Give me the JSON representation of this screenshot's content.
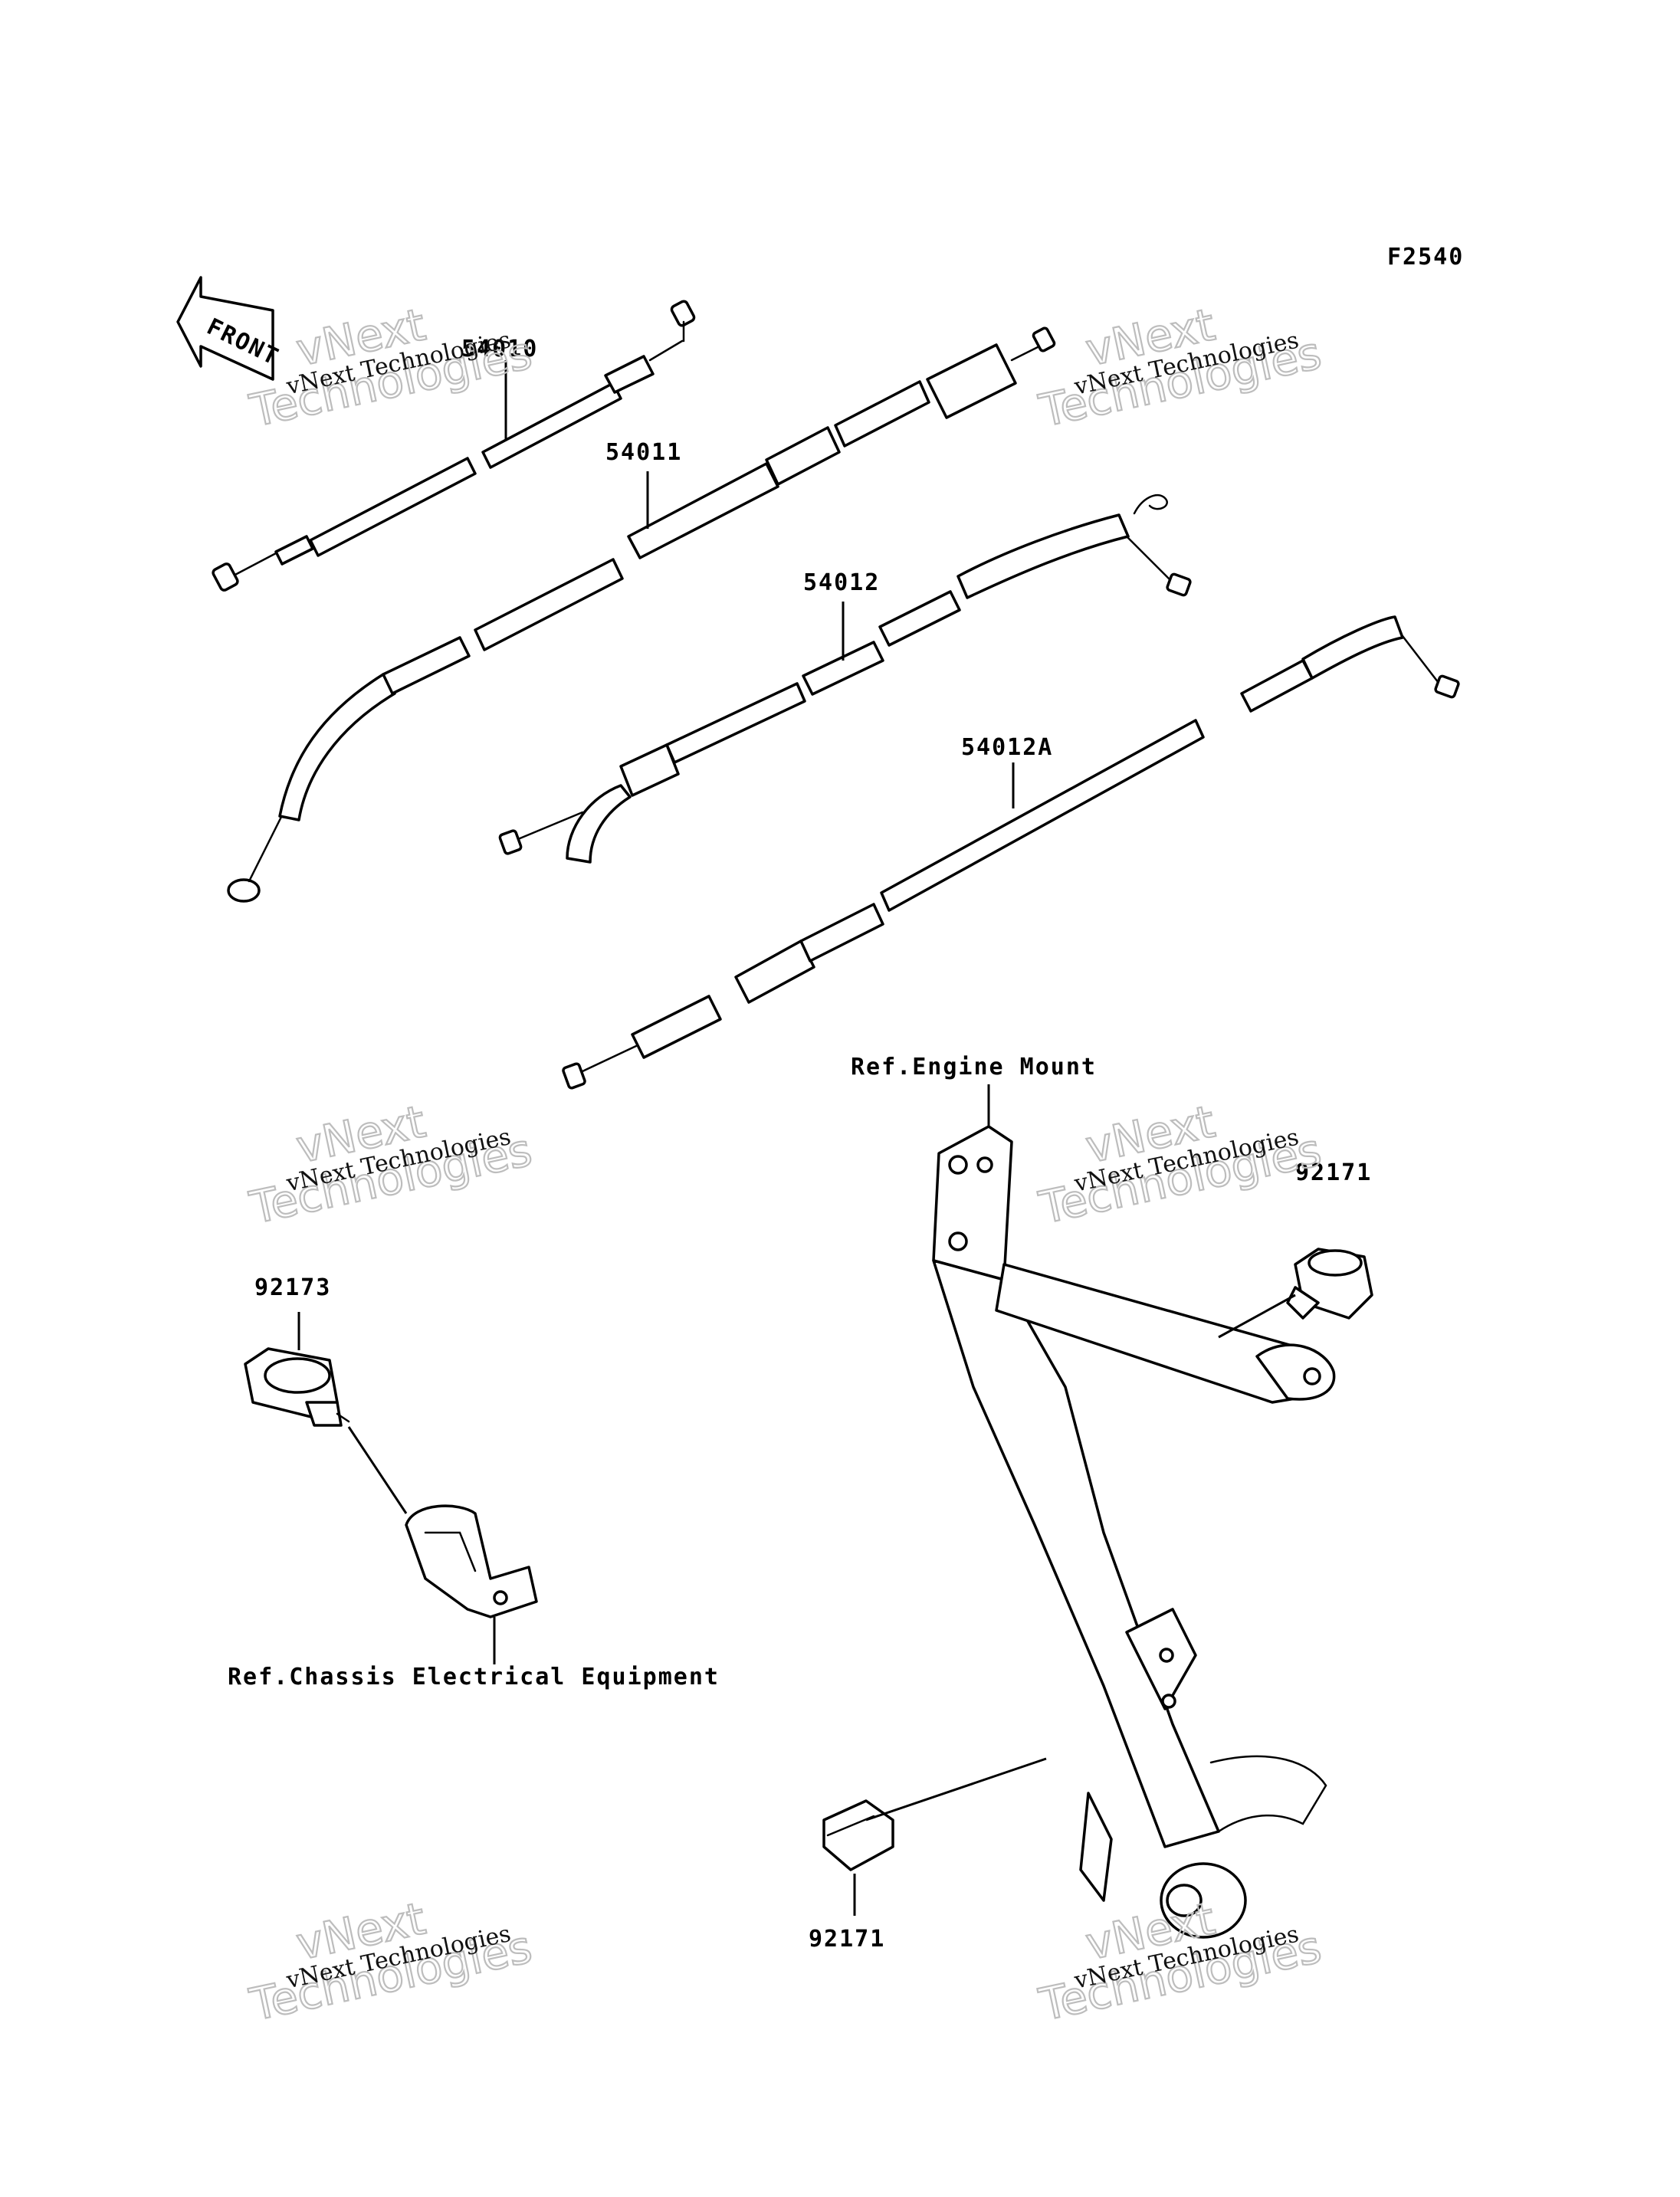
{
  "diagram": {
    "code": "F2540",
    "front_arrow_text": "FRONT",
    "part_numbers": {
      "p54010": "54010",
      "p54011": "54011",
      "p54012": "54012",
      "p54012a": "54012A",
      "p92171_upper": "92171",
      "p92171_lower": "92171",
      "p92173": "92173"
    },
    "references": {
      "engine_mount": "Ref.Engine Mount",
      "chassis_electrical": "Ref.Chassis Electrical Equipment"
    },
    "watermark": {
      "line1": "vNext Technologies",
      "line2": "vNext",
      "line3": "Technologies"
    }
  }
}
